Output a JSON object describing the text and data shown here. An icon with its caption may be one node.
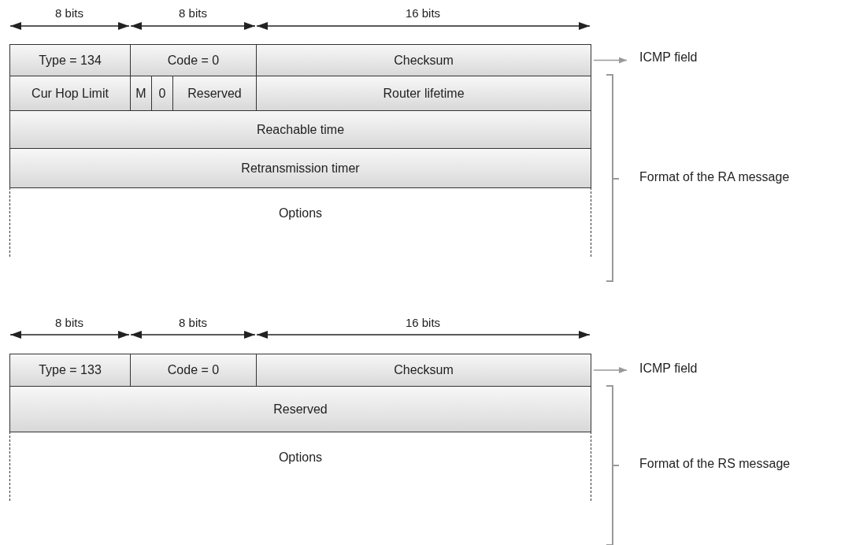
{
  "diagram": {
    "nodes": [
      {
        "text": [
          "Type = 134"
        ]
      },
      {
        "text": [
          "Code = 0"
        ]
      },
      {
        "text": [
          "Checksum"
        ]
      },
      {
        "text": [
          "Cur Hop Limit"
        ]
      },
      {
        "text": [
          "M"
        ]
      },
      {
        "text": [
          "0"
        ]
      },
      {
        "text": [
          "Reserved"
        ]
      },
      {
        "text": [
          "Router lifetime"
        ]
      },
      {
        "text": [
          "Reachable time"
        ]
      },
      {
        "text": [
          "Retransmission timer"
        ]
      },
      {
        "text": [
          "Options"
        ]
      },
      {
        "text": [
          "ICMP field"
        ]
      },
      {
        "text": [
          "Type = 133"
        ]
      },
      {
        "text": [
          "Code = 0"
        ]
      },
      {
        "text": [
          "Checksum"
        ]
      },
      {
        "text": [
          "Reserved"
        ]
      },
      {
        "text": [
          "Options"
        ]
      },
      {
        "text": [
          "ICMP field"
        ]
      }
    ],
    "edges": [
      {
        "from": 2,
        "to": 11,
        "arrow": "to"
      },
      {
        "from": 14,
        "to": 17,
        "arrow": "to"
      }
    ],
    "labels": [
      "8 bits",
      "8 bits",
      "16 bits",
      "Format of the RA message",
      "8 bits",
      "8 bits",
      "16 bits",
      "Format of the RS message"
    ]
  }
}
